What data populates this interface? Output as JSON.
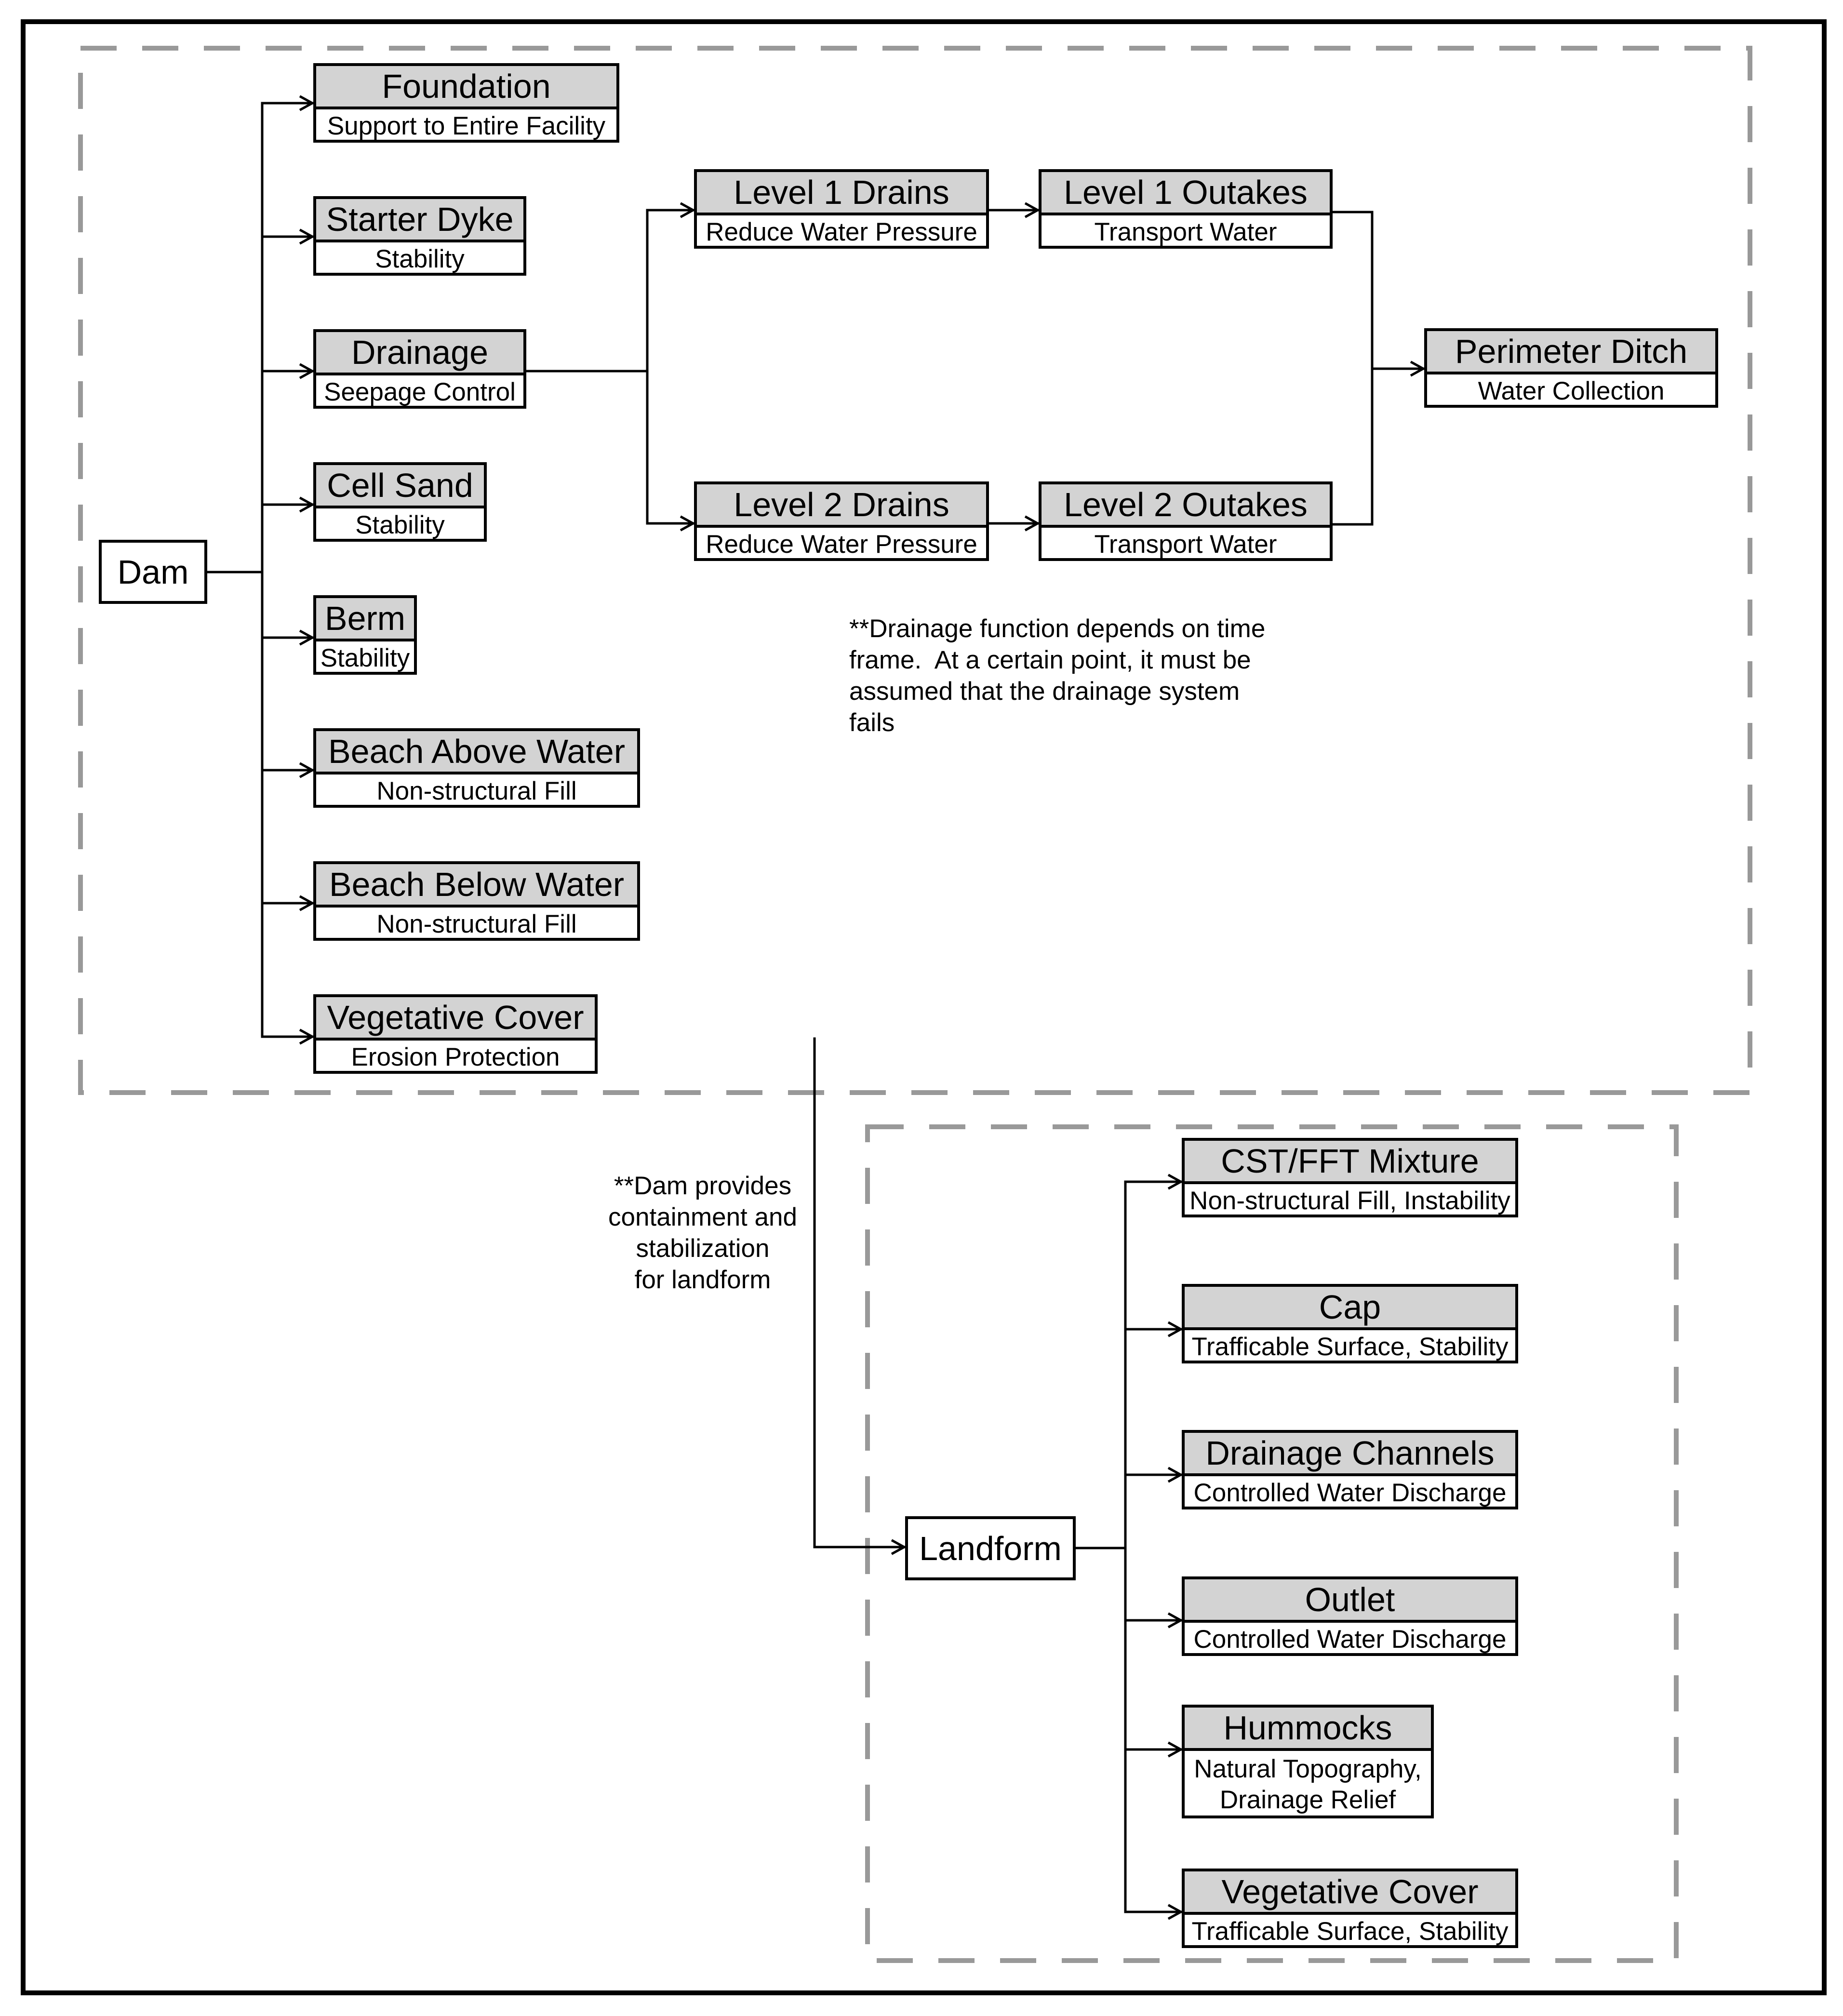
{
  "dam": {
    "label": "Dam",
    "components": [
      {
        "title": "Foundation",
        "function": "Support to Entire Facility"
      },
      {
        "title": "Starter Dyke",
        "function": "Stability"
      },
      {
        "title": "Drainage",
        "function": "Seepage Control"
      },
      {
        "title": "Cell Sand",
        "function": "Stability"
      },
      {
        "title": "Berm",
        "function": "Stability"
      },
      {
        "title": "Beach Above Water",
        "function": "Non-structural Fill"
      },
      {
        "title": "Beach Below Water",
        "function": "Non-structural Fill"
      },
      {
        "title": "Vegetative Cover",
        "function": "Erosion Protection"
      }
    ],
    "drainage": {
      "level1_drains": {
        "title": "Level 1 Drains",
        "function": "Reduce Water Pressure"
      },
      "level1_outakes": {
        "title": "Level 1 Outakes",
        "function": "Transport Water"
      },
      "level2_drains": {
        "title": "Level 2 Drains",
        "function": "Reduce Water Pressure"
      },
      "level2_outakes": {
        "title": "Level 2 Outakes",
        "function": "Transport Water"
      },
      "perimeter_ditch": {
        "title": "Perimeter Ditch",
        "function": "Water Collection"
      }
    },
    "note": "**Drainage function depends on time\nframe.  At a certain point, it must be\nassumed that the drainage system\nfails"
  },
  "link_note": "**Dam provides\ncontainment and\nstabilization\nfor landform",
  "landform": {
    "label": "Landform",
    "components": [
      {
        "title": "CST/FFT Mixture",
        "function": "Non-structural Fill, Instability"
      },
      {
        "title": "Cap",
        "function": "Trafficable Surface, Stability"
      },
      {
        "title": "Drainage Channels",
        "function": "Controlled Water Discharge"
      },
      {
        "title": "Outlet",
        "function": "Controlled Water Discharge"
      },
      {
        "title": "Hummocks",
        "function": "Natural Topography,\nDrainage Relief"
      },
      {
        "title": "Vegetative Cover",
        "function": "Trafficable Surface, Stability"
      }
    ]
  },
  "style": {
    "line_color": "#000000",
    "header_fill": "#d3d3d3",
    "dash_color": "#999999"
  }
}
